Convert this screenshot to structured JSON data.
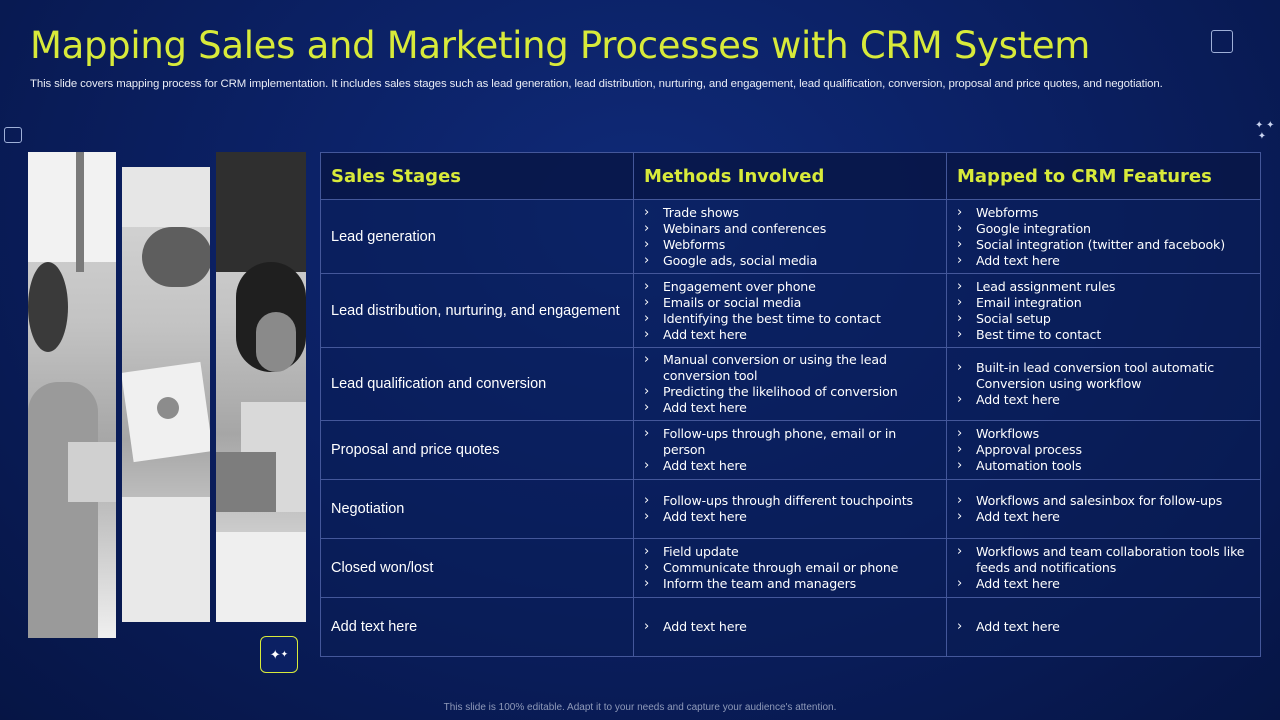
{
  "title": "Mapping Sales and Marketing Processes with CRM System",
  "subtitle": "This slide covers mapping process for CRM implementation. It includes sales stages such as lead generation, lead distribution, nurturing, and engagement, lead qualification, conversion, proposal and price quotes, and negotiation.",
  "table": {
    "headers": [
      "Sales Stages",
      "Methods Involved",
      "Mapped to CRM Features"
    ],
    "rows": [
      {
        "stage": "Lead generation",
        "methods": [
          "Trade shows",
          "Webinars and conferences",
          "Webforms",
          "Google ads, social media"
        ],
        "features": [
          "Webforms",
          "Google integration",
          "Social integration (twitter and facebook)",
          "Add text here"
        ]
      },
      {
        "stage": "Lead distribution, nurturing, and engagement",
        "methods": [
          "Engagement over phone",
          "Emails or social media",
          "Identifying the best time to contact",
          "Add text here"
        ],
        "features": [
          "Lead assignment rules",
          "Email integration",
          "Social setup",
          "Best time to contact"
        ]
      },
      {
        "stage": "Lead qualification and conversion",
        "methods": [
          "Manual conversion or using the lead conversion tool",
          "Predicting the likelihood of conversion",
          "Add text here"
        ],
        "features": [
          "Built-in lead conversion tool automatic Conversion using workflow",
          "Add text here"
        ]
      },
      {
        "stage": "Proposal and price quotes",
        "methods": [
          "Follow-ups through phone, email or in person",
          "Add text here"
        ],
        "features": [
          "Workflows",
          "Approval process",
          "Automation tools"
        ]
      },
      {
        "stage": "Negotiation",
        "methods": [
          "Follow-ups through different touchpoints",
          "Add text here"
        ],
        "features": [
          "Workflows and salesinbox for follow-ups",
          "Add text here"
        ]
      },
      {
        "stage": "Closed won/lost",
        "methods": [
          "Field update",
          "Communicate through email or phone",
          "Inform the team and managers"
        ],
        "features": [
          "Workflows and team collaboration tools like feeds and notifications",
          "Add text here"
        ]
      },
      {
        "stage": "Add text here",
        "methods": [
          "Add text here"
        ],
        "features": [
          "Add text here"
        ]
      }
    ]
  },
  "footer": "This slide is 100% editable. Adapt it to your needs and capture your audience's attention.",
  "icons": {
    "photo_badge": "sparkles-icon",
    "corner_decoration": "sparkles-icon"
  },
  "colors": {
    "accent": "#d8ea3a",
    "background": "#0b2063",
    "table_border": "#44579a"
  }
}
